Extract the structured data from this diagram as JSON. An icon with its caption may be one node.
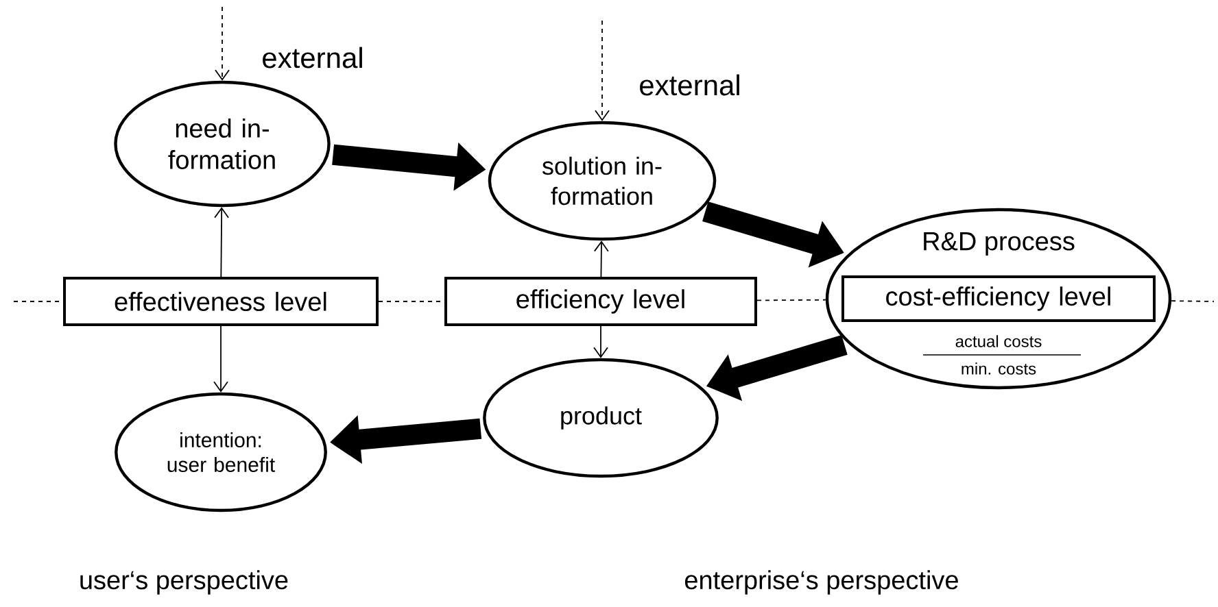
{
  "diagram": {
    "nodes": [
      {
        "text": [
          "need in- formation"
        ]
      },
      {
        "text": [
          "solution in- formation"
        ]
      },
      {
        "text": [
          "effectiveness level"
        ]
      },
      {
        "text": [
          "efficiency level"
        ]
      },
      {
        "text": [
          "R&D process",
          "actual costs",
          "min. costs"
        ]
      },
      {
        "text": [
          "cost-efficiency level"
        ],
        "in": 4
      },
      {
        "text": [
          "product"
        ]
      },
      {
        "text": [
          "intention: user benefit"
        ]
      }
    ],
    "edges": [
      {
        "from": null,
        "to": 0,
        "arrow": "to",
        "style": "dashed",
        "label": "external"
      },
      {
        "from": null,
        "to": 1,
        "arrow": "to",
        "style": "dashed",
        "label": "external"
      },
      {
        "from": 2,
        "to": 0,
        "arrow": "to"
      },
      {
        "from": 2,
        "to": 7,
        "arrow": "to"
      },
      {
        "from": 3,
        "to": 1,
        "arrow": "to"
      },
      {
        "from": 3,
        "to": 6,
        "arrow": "to"
      },
      {
        "from": 0,
        "to": 1,
        "arrow": "to",
        "style": "thick"
      },
      {
        "from": 1,
        "to": 4,
        "arrow": "to",
        "style": "thick"
      },
      {
        "from": 4,
        "to": 6,
        "arrow": "to",
        "style": "thick"
      },
      {
        "from": 6,
        "to": 7,
        "arrow": "to",
        "style": "thick"
      },
      {
        "from": null,
        "to": 2,
        "arrow": "none",
        "style": "dashed"
      },
      {
        "from": 2,
        "to": 3,
        "arrow": "none",
        "style": "dashed"
      },
      {
        "from": 3,
        "to": 4,
        "arrow": "none",
        "style": "dashed"
      },
      {
        "from": 4,
        "to": null,
        "arrow": "none",
        "style": "dashed"
      }
    ],
    "labels": [
      "user‘s perspective",
      "enterprise‘s perspective"
    ]
  }
}
